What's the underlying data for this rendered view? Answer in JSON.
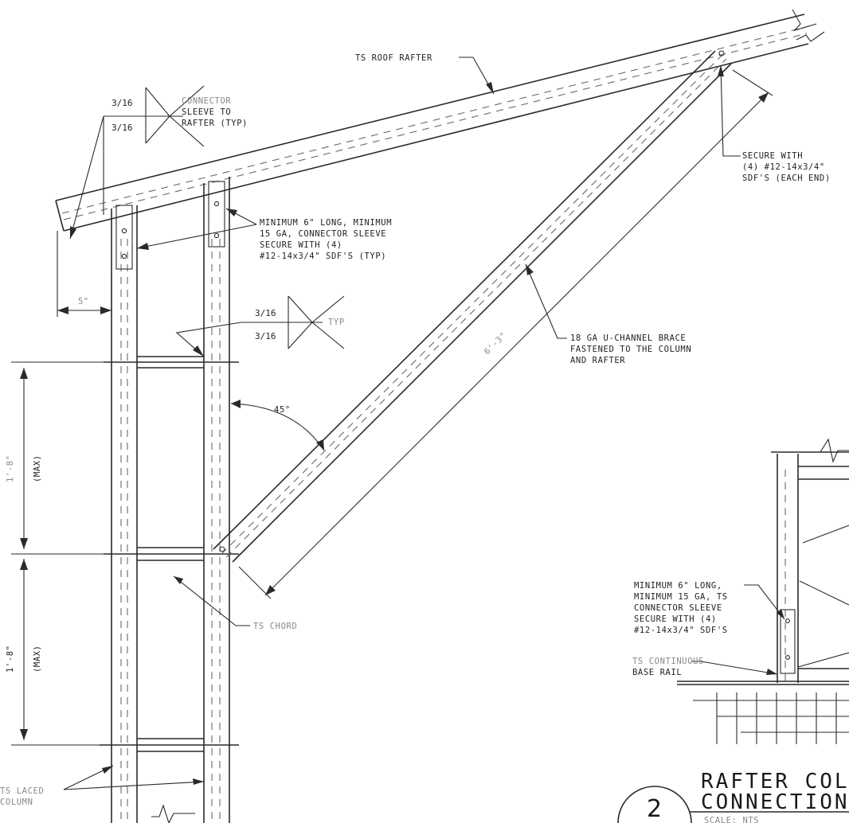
{
  "labels": {
    "roof_rafter": "TS ROOF RAFTER",
    "weld_top_upper": "3/16",
    "weld_top_lower": "3/16",
    "weld_top_note_1": "CONNECTOR",
    "weld_top_note_2": "SLEEVE TO",
    "weld_top_note_3": "RAFTER (TYP)",
    "secure_1": "SECURE WITH",
    "secure_2": "(4) #12-14x3/4\"",
    "secure_3": "SDF'S (EACH END)",
    "sleeve_1": "MINIMUM 6\" LONG, MINIMUM",
    "sleeve_2": "15 GA, CONNECTOR SLEEVE",
    "sleeve_3": "SECURE WITH (4)",
    "sleeve_4": "#12-14x3/4\" SDF'S (TYP)",
    "offset_dim": "5\"",
    "weld_mid_upper": "3/16",
    "weld_mid_lower": "3/16",
    "weld_mid_note": "TYP",
    "brace_length": "6'-3\"",
    "brace_1": "18 GA U-CHANNEL BRACE",
    "brace_2": "FASTENED TO THE COLUMN",
    "brace_3": "AND RAFTER",
    "angle": "45°",
    "dim_upper_val": "1'-8\"",
    "dim_upper_max": "(MAX)",
    "dim_lower_val": "1'-8\"",
    "dim_lower_max": "(MAX)",
    "chord": "TS CHORD",
    "laced_1": "TS LACED",
    "laced_2": "COLUMN",
    "ts_sleeve_1": "MINIMUM 6\" LONG,",
    "ts_sleeve_2": "MINIMUM 15 GA, TS",
    "ts_sleeve_3": "CONNECTOR SLEEVE",
    "ts_sleeve_4": "SECURE WITH (4)",
    "ts_sleeve_5": "#12-14x3/4\" SDF'S",
    "base_1": "TS CONTINUOUS",
    "base_2": "BASE RAIL"
  },
  "title_block": {
    "number": "2",
    "line1": "RAFTER COLU",
    "line2": "CONNECTION",
    "scale": "SCALE: NTS"
  }
}
